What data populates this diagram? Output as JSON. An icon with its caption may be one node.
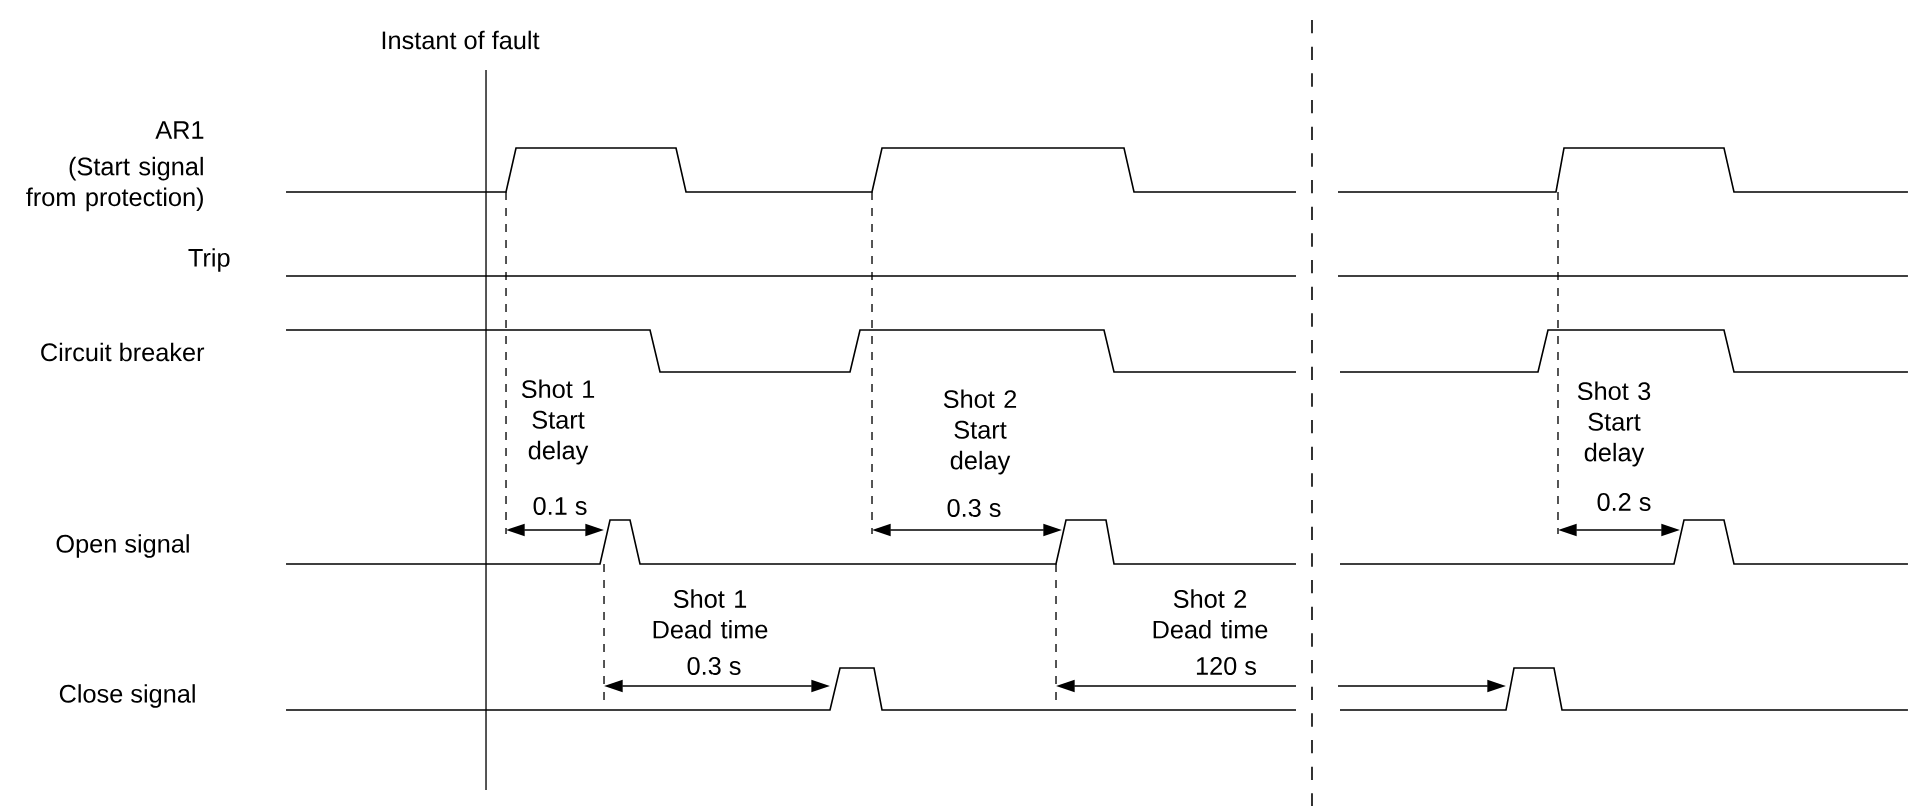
{
  "diagram": {
    "labels": [
      "Instant of fault",
      "AR1",
      "(Start signal from protection)",
      "Trip",
      "Circuit breaker",
      "Shot 1 Start delay",
      "0.1 s",
      "Shot 2 Start delay",
      "0.3 s",
      "Shot 3 Start delay",
      "0.2 s",
      "Open signal",
      "Shot 1 Dead time",
      "0.3 s",
      "Shot 2 Dead time",
      "120 s",
      "Close signal"
    ]
  }
}
